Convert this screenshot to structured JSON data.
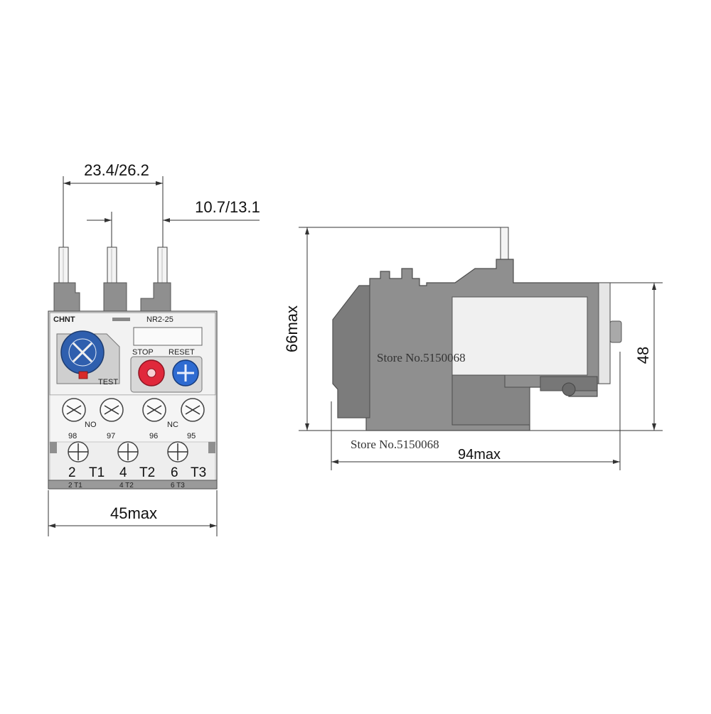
{
  "front_view": {
    "dimensions": {
      "pin_span": "23.4/26.2",
      "pin_pitch": "10.7/13.1",
      "width": "45max"
    },
    "brand": "CHNT",
    "model": "NR2-25",
    "buttons": {
      "stop": "STOP",
      "reset": "RESET",
      "test": "TEST"
    },
    "aux_contacts": {
      "no_label": "NO",
      "nc_label": "NC",
      "numbers": [
        "98",
        "97",
        "96",
        "95"
      ]
    },
    "main_terminals": [
      "2",
      "T1",
      "4",
      "T2",
      "6",
      "T3"
    ],
    "bottom_strip": [
      "2 T1",
      "4 T2",
      "6 T3"
    ]
  },
  "side_view": {
    "dimensions": {
      "height_total": "66max",
      "height_body": "48",
      "length": "94max"
    }
  },
  "watermarks": [
    "Store No.5150068",
    "Store No.5150068"
  ],
  "colors": {
    "body_gray": "#8e8e8e",
    "body_dark": "#6f6f6f",
    "panel_light": "#ededed",
    "dial_blue": "#2f5fae",
    "stop_red": "#e0283b",
    "reset_blue": "#2e6bd1",
    "test_red": "#d72a2a"
  }
}
